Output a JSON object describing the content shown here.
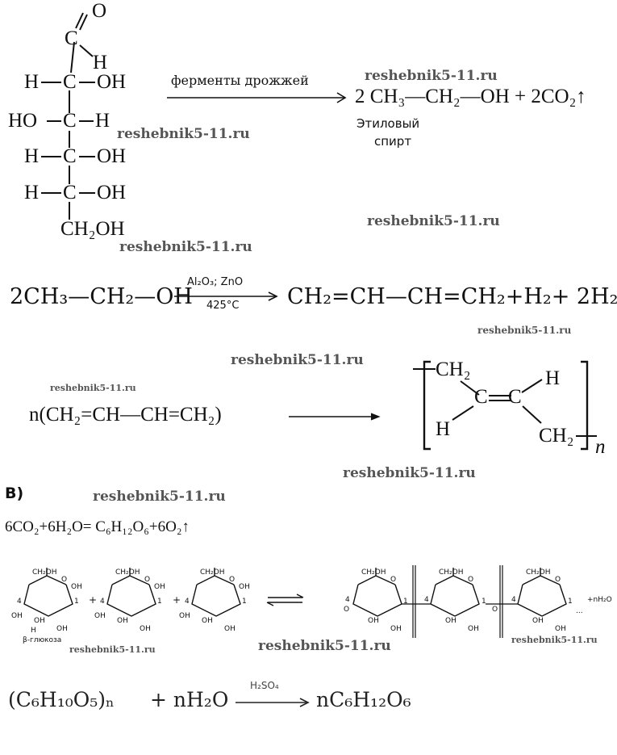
{
  "glucose": {
    "o_top": "O",
    "c1": "C",
    "h1": "H",
    "r2_left": "H",
    "r2_c": "C",
    "r2_right": "OH",
    "r3_left": "HO",
    "r3_c": "C",
    "r3_right": "H",
    "r4_left": "H",
    "r4_c": "C",
    "r4_right": "OH",
    "r5_left": "H",
    "r5_c": "C",
    "r5_right": "OH",
    "bottom": "CH₂OH"
  },
  "fermentation": {
    "label": "ферменты дрожжей",
    "product": "2 CH₃—CH₂—OH + 2CO₂↑",
    "product_name_1": "Этиловый",
    "product_name_2": "спирт"
  },
  "lebedev": {
    "reactant": "2CH₃—CH₂—OH",
    "catalyst": "Al₂O₃; ZnO",
    "temperature": "425°C",
    "product": "CH₂=CH—CH=CH₂+H₂+ 2H₂O"
  },
  "polymerization": {
    "reactant": "n(CH₂=CH—CH=CH₂)",
    "ch2_top": "CH₂",
    "h_right": "H",
    "c_left": "C",
    "c_right": "C",
    "h_left": "H",
    "ch2_bottom": "CH₂",
    "n": "n"
  },
  "section_b": {
    "label": "B)",
    "photosynthesis": "6CO₂+6H₂O= C₆H₁₂O₆+6O₂↑"
  },
  "cellulose": {
    "ring_ch2oh": "CH₂OH",
    "ring_o": "O",
    "ring_oh": "OH",
    "ring_h": "H",
    "plus": "+",
    "beta_label": "β-глюкоза",
    "water": "+nH₂O",
    "ellipsis": "...",
    "num_1": "1",
    "num_4": "4"
  },
  "hydrolysis": {
    "reactant": "(C₆H₁₀O₅)ₙ",
    "plus_water": "+ nH₂O",
    "catalyst": "H₂SO₄",
    "product": "nC₆H₁₂O₆"
  },
  "watermarks": {
    "w1": "reshebnik5-11.ru",
    "w2": "reshebnik5-11.ru",
    "w3": "reshebnik5-11.ru",
    "w4": "reshebnik5-11.ru",
    "w5": "reshebnik5-11.ru",
    "w6": "reshebnik5-11.ru",
    "w7": "reshebnik5-11.ru",
    "w8": "reshebnik5-11.ru",
    "w9": "reshebnik5-11.ru",
    "w10": "reshebnik5-11.ru",
    "w11": "reshebnik5-11.ru",
    "w12": "reshebnik5-11.ru"
  }
}
